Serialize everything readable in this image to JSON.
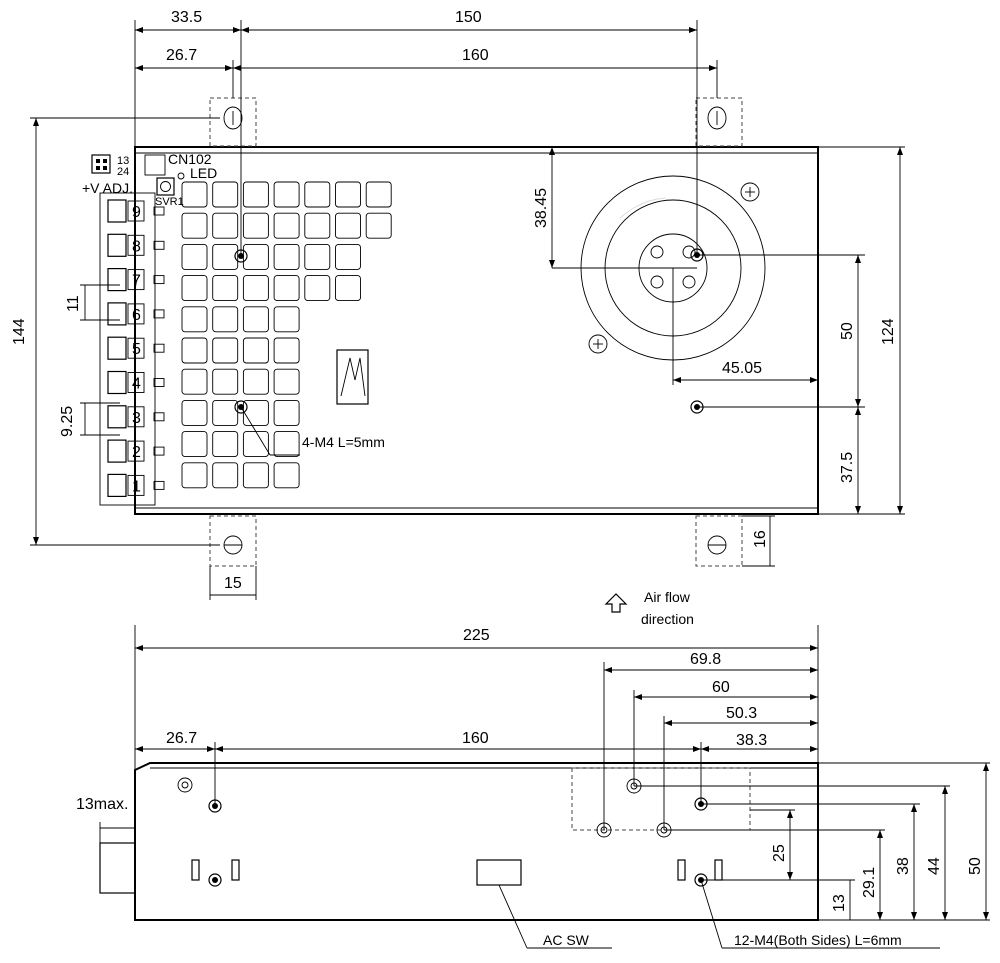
{
  "top_view": {
    "dims": {
      "d33_5": "33.5",
      "d150": "150",
      "d26_7": "26.7",
      "d160": "160",
      "d144": "144",
      "d124": "124",
      "d38_45": "38.45",
      "d50": "50",
      "d45_05": "45.05",
      "d37_5": "37.5",
      "d16": "16",
      "d15": "15",
      "d11": "11",
      "d9_25": "9.25"
    },
    "labels": {
      "connector_pins_top": "13",
      "connector_pins_bottom": "24",
      "cn102": "CN102",
      "led": "LED",
      "v_adj": "+V ADJ.",
      "svr1": "SVR1",
      "mount_holes": "4-M4 L=5mm",
      "airflow_line1": "Air flow",
      "airflow_line2": "direction"
    },
    "terminals": [
      "9",
      "8",
      "7",
      "6",
      "5",
      "4",
      "3",
      "2",
      "1"
    ]
  },
  "side_view": {
    "dims": {
      "d225": "225",
      "d69_8": "69.8",
      "d60": "60",
      "d50_3": "50.3",
      "d38_3": "38.3",
      "d26_7": "26.7",
      "d160": "160",
      "d13max": "13max.",
      "d25": "25",
      "d13": "13",
      "d29_1": "29.1",
      "d38": "38",
      "d44": "44",
      "d50": "50"
    },
    "labels": {
      "ac_sw": "AC SW",
      "screws": "12-M4(Both Sides) L=6mm"
    }
  }
}
